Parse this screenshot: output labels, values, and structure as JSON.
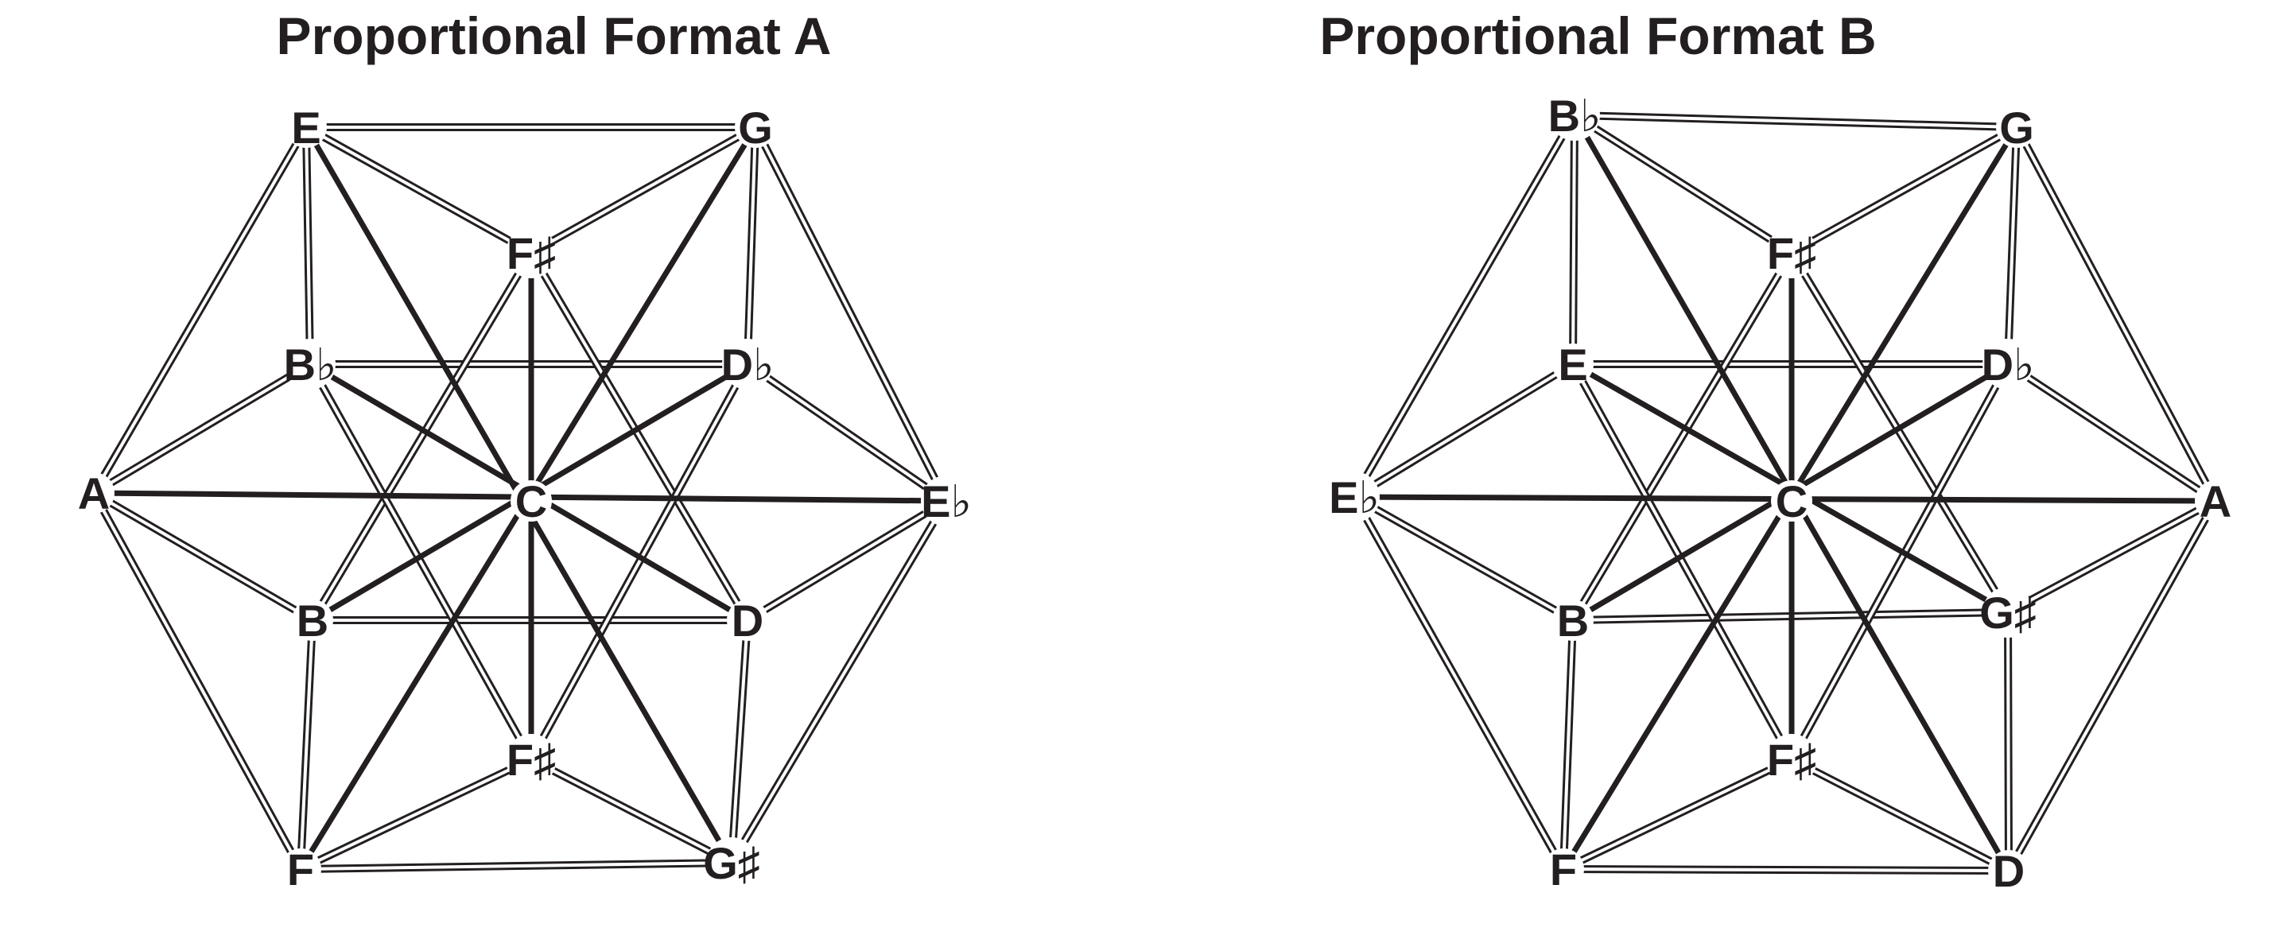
{
  "colors": {
    "ink": "#231f20",
    "background": "#ffffff"
  },
  "diagrams": [
    {
      "title": "Proportional Format A",
      "nodes": {
        "top_left": "E",
        "top_right": "G",
        "upper_center": "F♯",
        "inner_upper_left": "B♭",
        "inner_upper_right": "D♭",
        "left": "A",
        "center": "C",
        "right": "E♭",
        "inner_lower_left": "B",
        "inner_lower_right": "D",
        "lower_center": "F♯",
        "bottom_left": "F",
        "bottom_right": "G♯"
      }
    },
    {
      "title": "Proportional Format B",
      "nodes": {
        "top_left": "B♭",
        "top_right": "G",
        "upper_center": "F♯",
        "inner_upper_left": "E",
        "inner_upper_right": "D♭",
        "left": "E♭",
        "center": "C",
        "right": "A",
        "inner_lower_left": "B",
        "inner_lower_right": "G♯",
        "lower_center": "F♯",
        "bottom_left": "F",
        "bottom_right": "D"
      }
    }
  ]
}
